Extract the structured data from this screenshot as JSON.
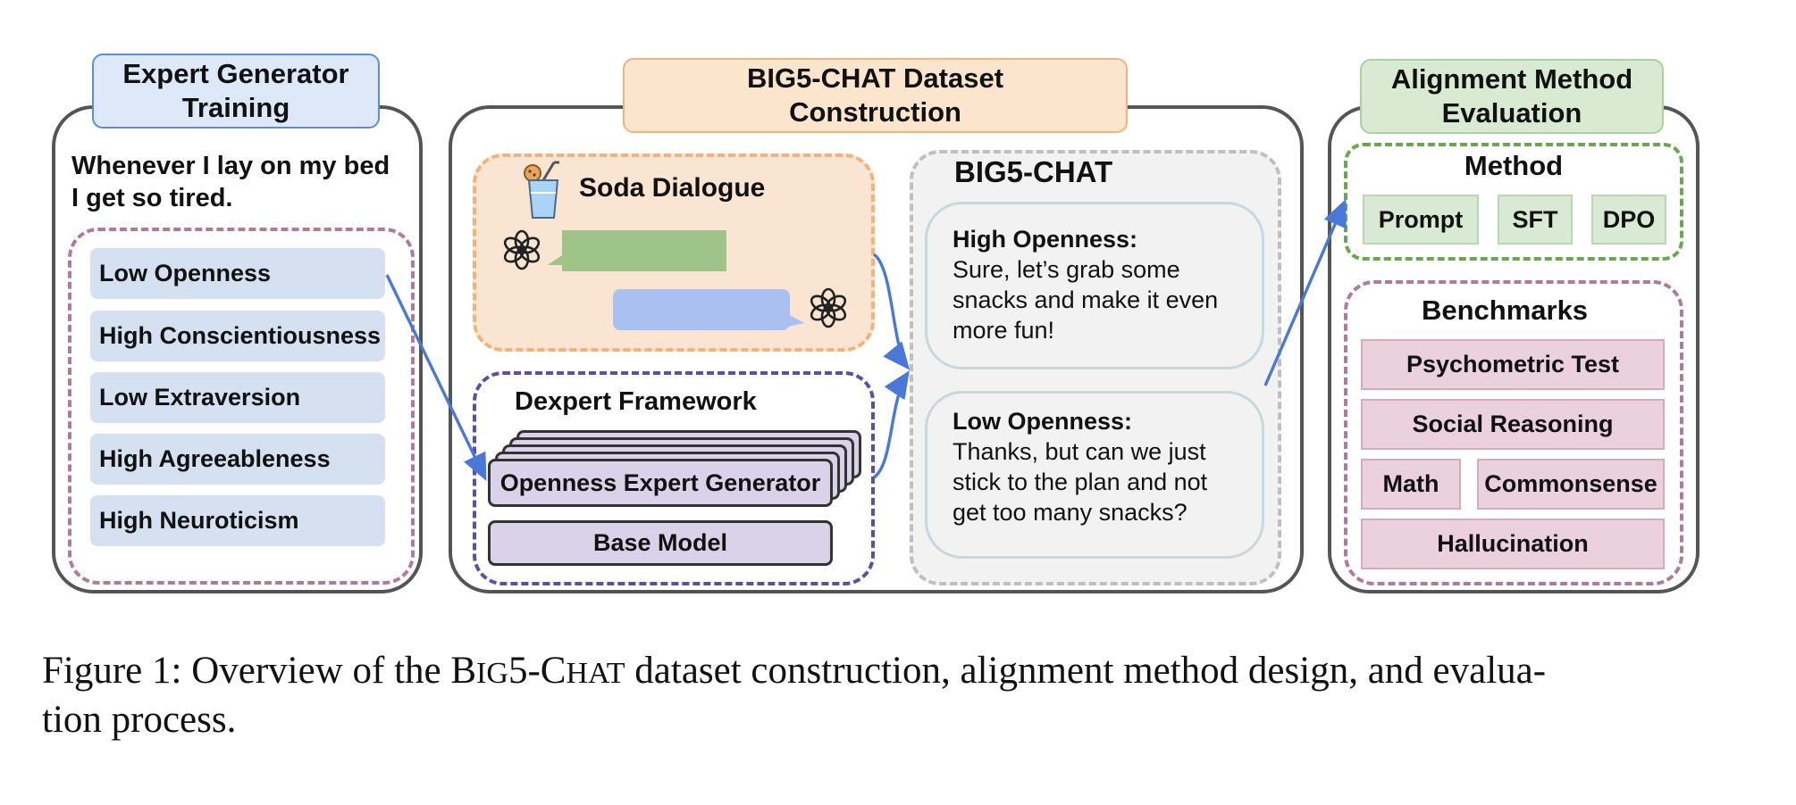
{
  "panels": {
    "expert": {
      "title": "Expert Generator\nTraining",
      "prompt": "Whenever I lay on my bed\nI get so tired.",
      "traits": [
        "Low Openness",
        "High Conscientiousness",
        "Low Extraversion",
        "High Agreeableness",
        "High Neuroticism"
      ]
    },
    "dataset": {
      "title": "BIG5-CHAT Dataset\nConstruction",
      "soda_title": "Soda Dialogue",
      "dexpert_title": "Dexpert Framework",
      "expert_generator": "Openness Expert Generator",
      "base_model": "Base Model",
      "big5_title": "BIG5-CHAT",
      "high_label": "High Openness:",
      "high_text": "Sure, let’s grab some snacks and make it even more fun!",
      "low_label": "Low Openness:",
      "low_text": "Thanks, but can we just stick to the plan and not get too many snacks?"
    },
    "alignment": {
      "title": "Alignment Method\nEvaluation",
      "method_title": "Method",
      "methods": [
        "Prompt",
        "SFT",
        "DPO"
      ],
      "bench_title": "Benchmarks",
      "benchmarks": [
        "Psychometric Test",
        "Social Reasoning",
        "Math",
        "Commonsense",
        "Hallucination"
      ]
    }
  },
  "caption": {
    "lead": "Figure 1: Overview of the B",
    "sc1": "IG",
    "mid": "5-C",
    "sc2": "HAT",
    "tail": " dataset construction, alignment method design, and evalua-",
    "line2": "tion process."
  },
  "colors": {
    "blue_arrow": "#4a78d8",
    "pink_dash": "#b07a9a",
    "orange_dash": "#f0b47a",
    "purple_dash": "#5a4fa3",
    "gray_dash": "#bfbfbf",
    "green_dash": "#6aa84f"
  },
  "icons": [
    "chatgpt-logo-icon",
    "soda-drink-icon"
  ]
}
